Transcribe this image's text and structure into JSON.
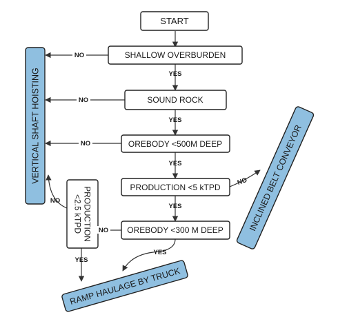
{
  "nodes": {
    "start": "START",
    "shallow_overburden": "SHALLOW OVERBURDEN",
    "sound_rock": "SOUND ROCK",
    "orebody_500": "OREBODY <500M DEEP",
    "production_5": "PRODUCTION <5 kTPD",
    "orebody_300": "OREBODY <300 M DEEP",
    "production_25_line1": "PRODUCTION",
    "production_25_line2": "<2.5 kTPD"
  },
  "outcomes": {
    "vertical_shaft_hoisting": "VERTICAL SHAFT HOISTING",
    "inclined_belt_conveyor": "INCLINED BELT CONVEYOR",
    "ramp_haulage_by_truck": "RAMP HAULAGE BY TRUCK"
  },
  "edge_labels": {
    "yes": "YES",
    "no": "NO"
  },
  "colors": {
    "outcome_fill": "#8fbfe0",
    "line": "#333333",
    "box_stroke": "#222222"
  }
}
